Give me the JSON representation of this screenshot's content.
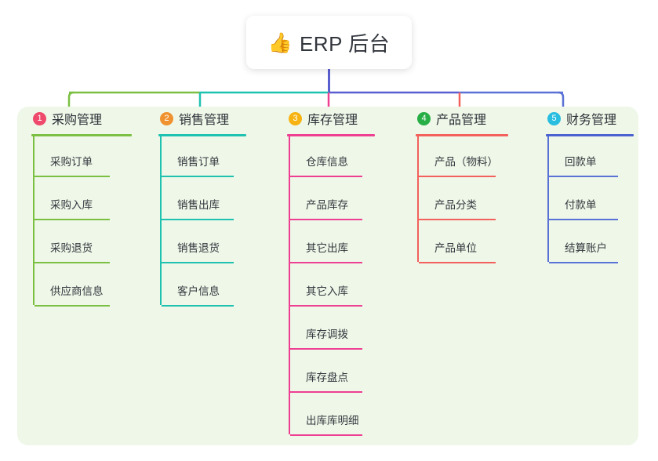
{
  "root": {
    "icon": "thumbs-up-icon",
    "icon_glyph": "👍",
    "title": "ERP 后台"
  },
  "palette": {
    "panel_bg": "#eef7e8",
    "card_bg": "#ffffff",
    "stem": "#5a5fd0",
    "text": "#32363d"
  },
  "chart_data": {
    "type": "tree",
    "title": "ERP 后台",
    "root_label": "ERP 后台",
    "levels": 3,
    "branch_count": 5
  },
  "columns": [
    {
      "index": "1",
      "title": "采购管理",
      "badge_color": "#ef4a6b",
      "line_color": "#7cc043",
      "head_rule_color": "#7cc043",
      "items": [
        {
          "label": "采购订单"
        },
        {
          "label": "采购入库"
        },
        {
          "label": "采购退货"
        },
        {
          "label": "供应商信息"
        }
      ]
    },
    {
      "index": "2",
      "title": "销售管理",
      "badge_color": "#f0922f",
      "line_color": "#1fc2b0",
      "head_rule_color": "#1fc2b0",
      "items": [
        {
          "label": "销售订单"
        },
        {
          "label": "销售出库"
        },
        {
          "label": "销售退货"
        },
        {
          "label": "客户信息"
        }
      ]
    },
    {
      "index": "3",
      "title": "库存管理",
      "badge_color": "#f6b312",
      "line_color": "#ee3f93",
      "head_rule_color": "#ee3f93",
      "items": [
        {
          "label": "仓库信息"
        },
        {
          "label": "产品库存"
        },
        {
          "label": "其它出库"
        },
        {
          "label": "其它入库"
        },
        {
          "label": "库存调拨"
        },
        {
          "label": "库存盘点"
        },
        {
          "label": "出库库明细"
        }
      ]
    },
    {
      "index": "4",
      "title": "产品管理",
      "badge_color": "#27ae45",
      "line_color": "#f4605c",
      "head_rule_color": "#f4605c",
      "items": [
        {
          "label": "产品（物料）"
        },
        {
          "label": "产品分类"
        },
        {
          "label": "产品单位"
        }
      ]
    },
    {
      "index": "5",
      "title": "财务管理",
      "badge_color": "#29bde0",
      "line_color": "#5a72d6",
      "head_rule_color": "#4a62cf",
      "items": [
        {
          "label": "回款单"
        },
        {
          "label": "付款单"
        },
        {
          "label": "结算账户"
        }
      ]
    }
  ],
  "bus": {
    "segments": [
      {
        "name": "segment-green",
        "color": "#7cc043"
      },
      {
        "name": "segment-teal",
        "color": "#1fc2b0"
      },
      {
        "name": "segment-purple",
        "color": "#5a5fd0"
      },
      {
        "name": "segment-blue",
        "color": "#5a72d6"
      }
    ]
  }
}
